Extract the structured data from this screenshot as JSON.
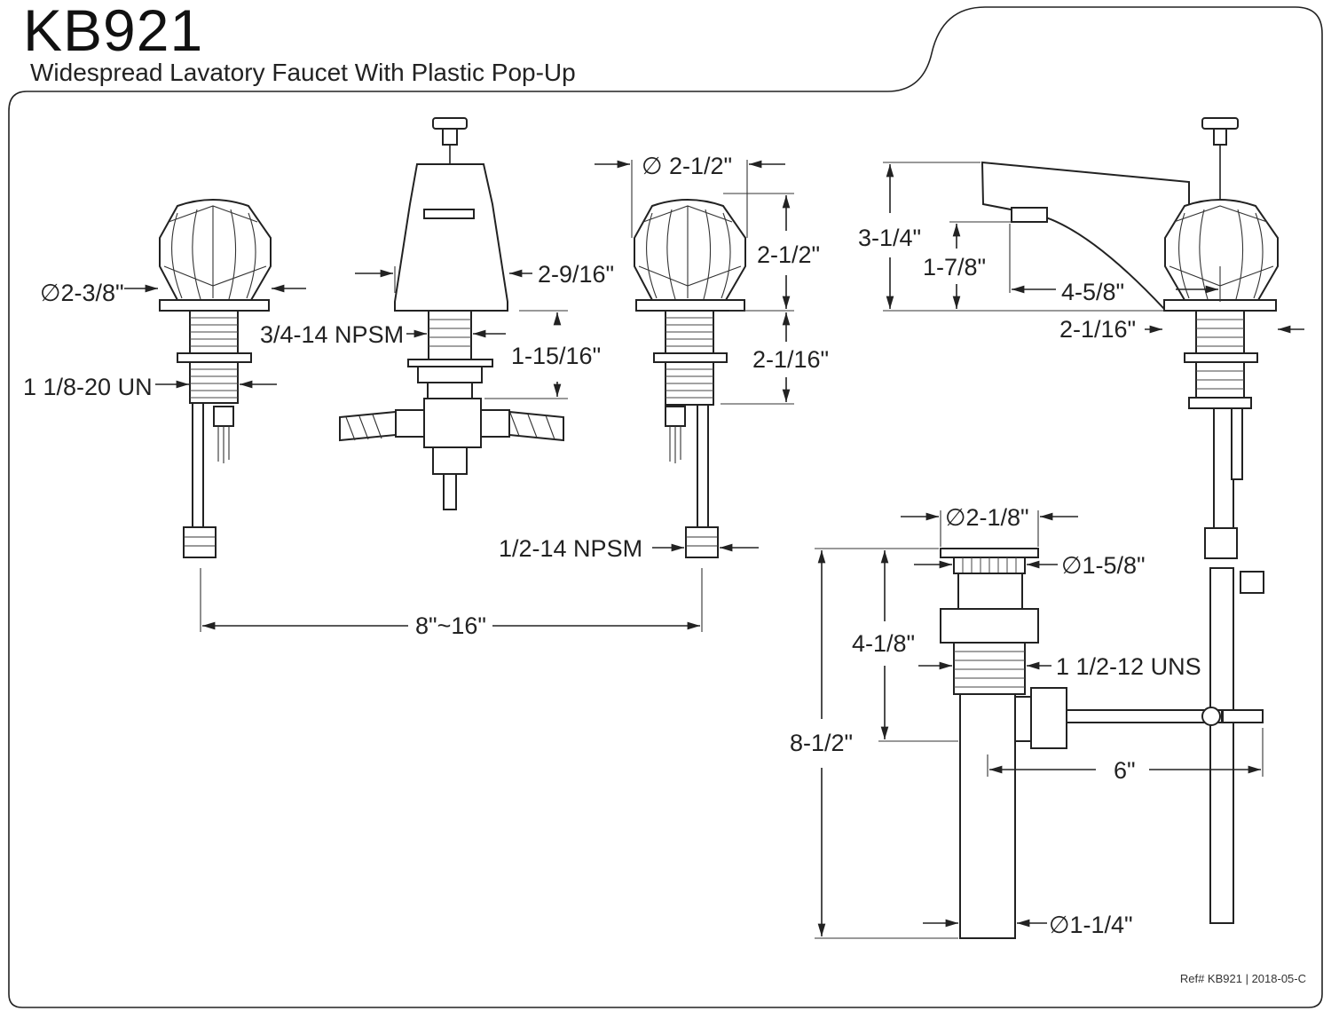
{
  "header": {
    "model": "KB921",
    "description": "Widespread Lavatory Faucet With Plastic Pop-Up"
  },
  "footer": {
    "ref": "Ref# KB921 | 2018-05-C"
  },
  "dimensions": {
    "handle_diameter": "∅2-3/8\"",
    "handle_thread": "1 1/8-20 UN",
    "spout_base_width": "2-9/16\"",
    "spout_thread": "3/4-14 NPSM",
    "spout_shank_length": "1-15/16\"",
    "handle_top_diameter": "∅ 2-1/2\"",
    "handle_height": "2-1/2\"",
    "handle_shank_length": "2-1/16\"",
    "supply_thread": "1/2-14 NPSM",
    "spread": "8\"~16\"",
    "spout_height": "3-1/4\"",
    "spout_outlet_height": "1-7/8\"",
    "spout_reach": "4-5/8\"",
    "side_base_width": "2-1/16\"",
    "drain_flange_diameter": "∅2-1/8\"",
    "drain_stopper_diameter": "∅1-5/8\"",
    "drain_body_length": "4-1/8\"",
    "drain_thread": "1 1/2-12 UNS",
    "drain_total_length": "8-1/2\"",
    "pivot_rod_length": "6\"",
    "tailpiece_diameter": "∅1-1/4\""
  },
  "colors": {
    "line": "#222222",
    "background": "#ffffff"
  }
}
